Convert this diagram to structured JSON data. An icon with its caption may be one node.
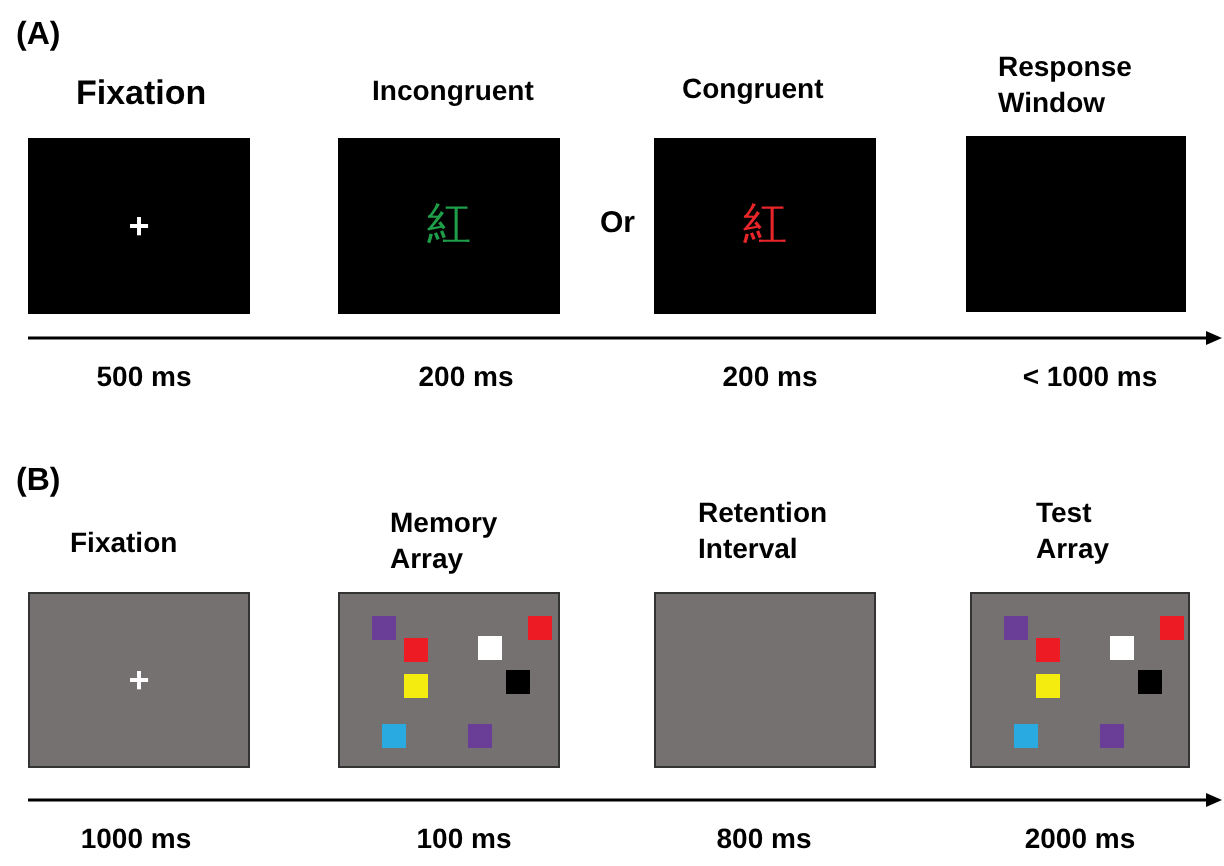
{
  "diagram": {
    "nodes": [
      {
        "text": [
          "Fixation",
          "+"
        ],
        "beside": [
          "500 ms"
        ]
      },
      {
        "text": [
          "Incongruent",
          "紅"
        ],
        "beside": [
          "200 ms"
        ]
      },
      {
        "text": [
          "Congruent",
          "紅"
        ],
        "beside": [
          "200 ms"
        ]
      },
      {
        "text": [
          "Response Window"
        ],
        "beside": [
          "< 1000 ms"
        ]
      },
      {
        "text": [
          "Fixation",
          "+"
        ],
        "beside": [
          "1000 ms"
        ]
      },
      {
        "text": [
          "Memory Array"
        ],
        "beside": [
          "100 ms"
        ]
      },
      {
        "text": [
          "Retention Interval"
        ],
        "beside": [
          "800 ms"
        ]
      },
      {
        "text": [
          "Test Array"
        ],
        "beside": [
          "2000 ms"
        ]
      }
    ],
    "edges": [],
    "labels": [
      "(A)",
      "Or",
      "(B)"
    ]
  }
}
